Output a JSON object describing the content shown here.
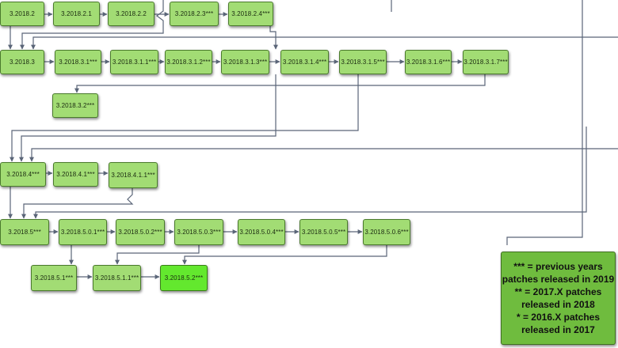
{
  "nodes": {
    "n3_2018_2": "3.2018.2",
    "n3_2018_2_1": "3.2018.2.1",
    "n3_2018_2_2": "3.2018.2.2",
    "n3_2018_2_3": "3.2018.2.3***",
    "n3_2018_2_4": "3.2018.2.4***",
    "n3_2018_3": "3.2018.3",
    "n3_2018_3_1": "3.2018.3.1***",
    "n3_2018_3_1_1": "3.2018.3.1.1***",
    "n3_2018_3_1_2": "3.2018.3.1.2***",
    "n3_2018_3_1_3": "3.2018.3.1.3***",
    "n3_2018_3_1_4": "3.2018.3.1.4***",
    "n3_2018_3_1_5": "3.2018.3.1.5***",
    "n3_2018_3_1_6": "3.2018.3.1.6***",
    "n3_2018_3_1_7": "3.2018.3.1.7***",
    "n3_2018_3_2": "3.2018.3.2***",
    "n3_2018_4": "3.2018.4***",
    "n3_2018_4_1": "3.2018.4.1***",
    "n3_2018_4_1_1": "3.2018.4.1.1***",
    "n3_2018_5": "3.2018.5***",
    "n3_2018_5_0_1": "3.2018.5.0.1***",
    "n3_2018_5_0_2": "3.2018.5.0.2***",
    "n3_2018_5_0_3": "3.2018.5.0.3***",
    "n3_2018_5_0_4": "3.2018.5.0.4***",
    "n3_2018_5_0_5": "3.2018.5.0.5***",
    "n3_2018_5_0_6": "3.2018.5.0.6***",
    "n3_2018_5_1": "3.2018.5.1***",
    "n3_2018_5_1_1": "3.2018.5.1.1***",
    "n3_2018_5_2": "3.2018.5.2***"
  },
  "legend": {
    "line1": "*** = previous years",
    "line2": "patches released in 2019",
    "line3": "** = 2017.X patches",
    "line4": "released in 2018",
    "line5": "* = 2016.X patches",
    "line6": "released in 2017"
  },
  "colors": {
    "node_fill": "#a2dc74",
    "current_node_fill": "#63e82e",
    "legend_fill": "#6fbc3e",
    "edge": "#5a6578"
  }
}
